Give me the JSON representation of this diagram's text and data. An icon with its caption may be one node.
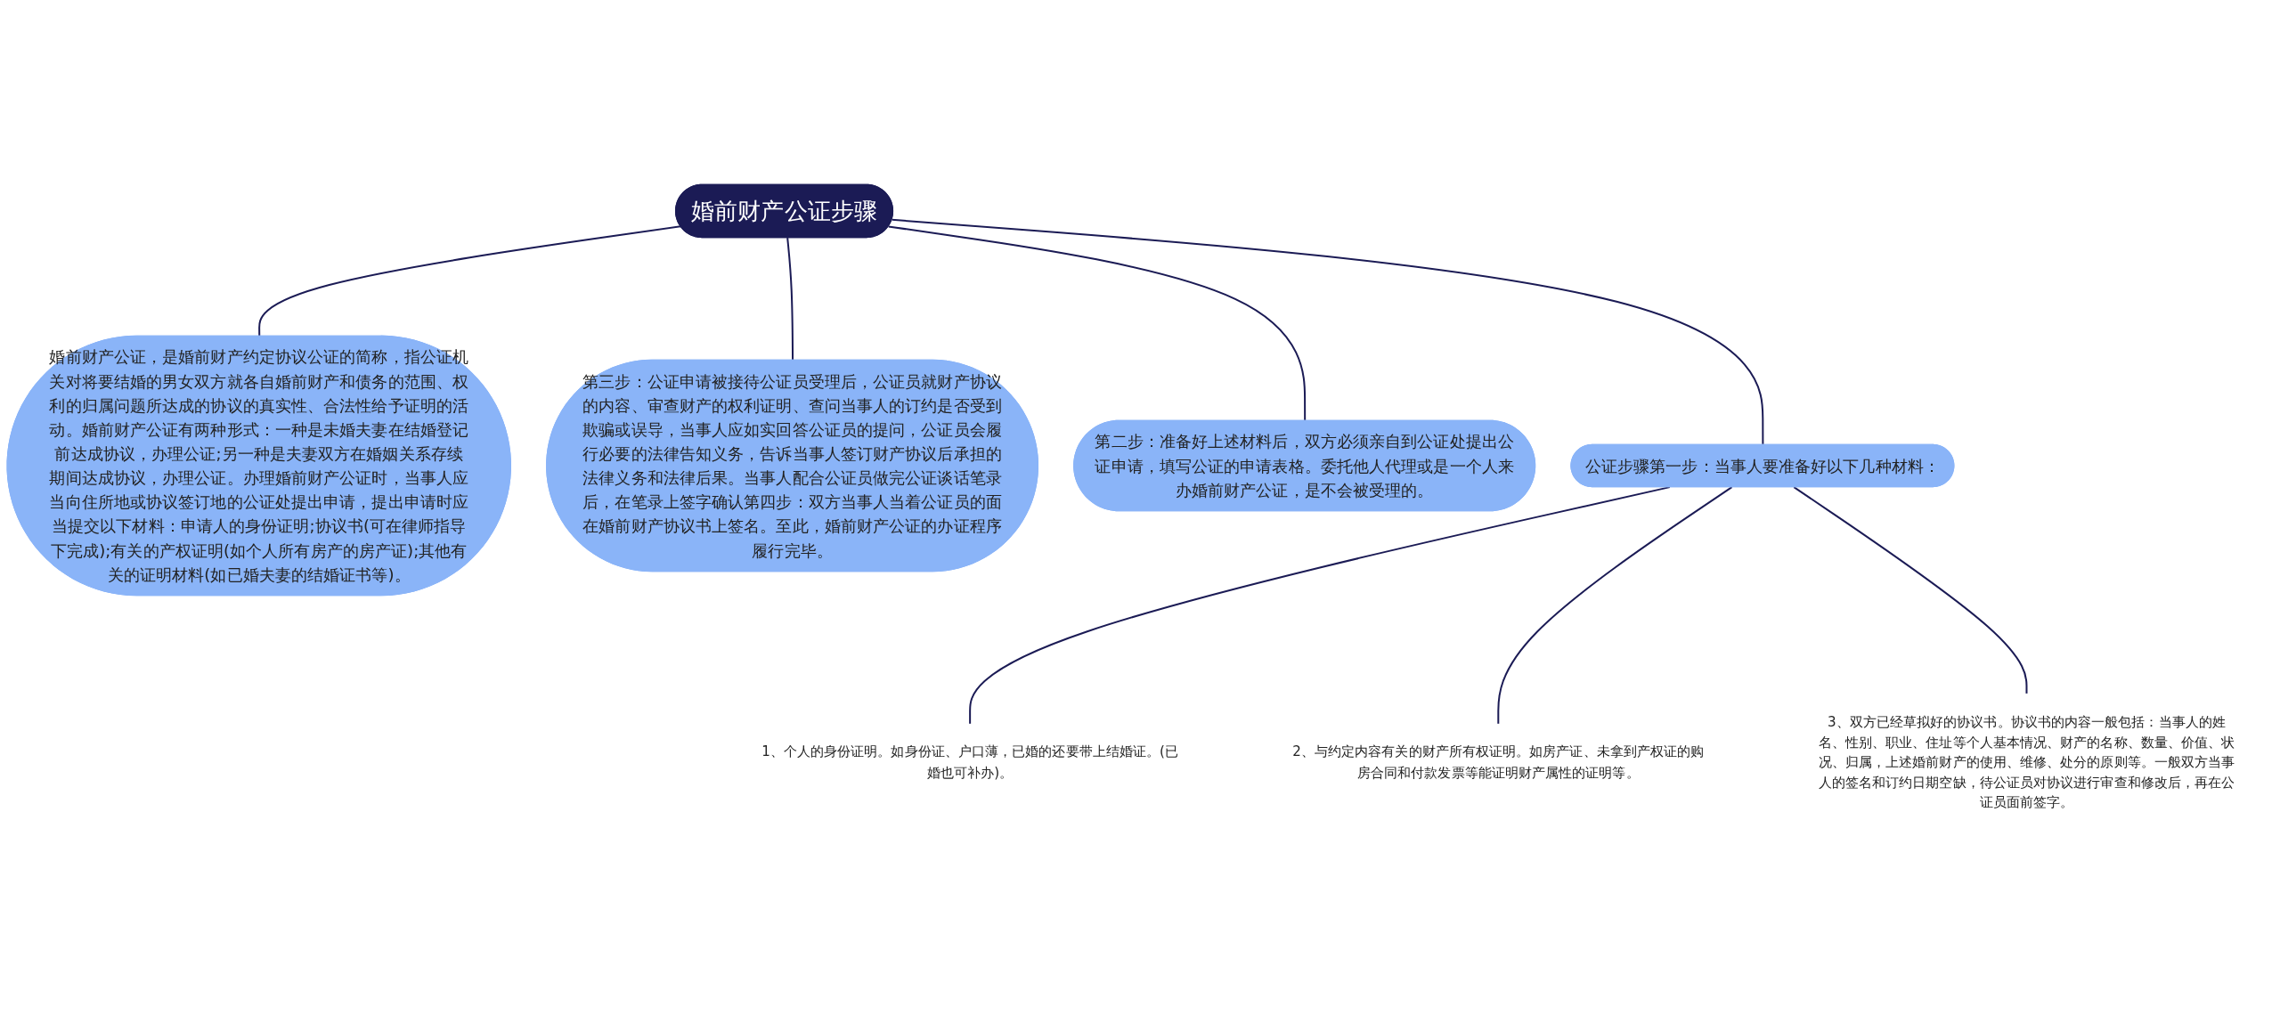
{
  "diagram": {
    "nodes": [
      {
        "text": [
          "婚前财产公证步骤"
        ]
      },
      {
        "text": [
          "公证步骤第一步：当事人要准备好以下几种材料："
        ]
      },
      {
        "text": [
          "1、个人的身份证明。如身份证、户口薄，已婚的还要带上结婚证。(已婚也可补办)。"
        ]
      },
      {
        "text": [
          "2、与约定内容有关的财产所有权证明。如房产证、未拿到产权证的购房合同和付款发票等能证明财产属性的证明等。"
        ]
      },
      {
        "text": [
          "3、双方已经草拟好的协议书。协议书的内容一般包括：当事人的姓名、性别、职业、住址等个人基本情况、财产的名称、数量、价值、状况、归属，上述婚前财产的使用、维修、处分的原则等。一般双方当事人的签名和订约日期空缺，待公证员对协议进行审查和修改后，再在公证员面前签字。"
        ]
      },
      {
        "text": [
          "婚前财产公证，是婚前财产约定协议公证的简称，指公证机关对将要结婚的男女双方就各自婚前财产和债务的范围、权利的归属问题所达成的协议的真实性、合法性给予证明的活动。婚前财产公证有两种形式：一种是未婚夫妻在结婚登记前达成协议，办理公证;另一种是夫妻双方在婚姻关系存续期间达成协议，办理公证。办理婚前财产公证时，当事人应当向住所地或协议签订地的公证处提出申请，提出申请时应当提交以下材料：申请人的身份证明;协议书(可在律师指导下完成);有关的产权证明(如个人所有房产的房产证);其他有关的证明材料(如已婚夫妻的结婚证书等)。"
        ]
      },
      {
        "text": [
          "第三步：公证申请被接待公证员受理后，公证员就财产协议的内容、审查财产的权利证明、查问当事人的订约是否受到欺骗或误导，当事人应如实回答公证员的提问，公证员会履行必要的法律告知义务，告诉当事人签订财产协议后承担的法律义务和法律后果。当事人配合公证员做完公证谈话笔录后，在笔录上签字确认第四步：双方当事人当着公证员的面在婚前财产协议书上签名。至此，婚前财产公证的办证程序履行完毕。"
        ]
      },
      {
        "text": [
          "第二步：准备好上述材料后，双方必须亲自到公证处提出公证申请，填写公证的申请表格。委托他人代理或是一个人来办婚前财产公证，是不会被受理的。"
        ]
      }
    ],
    "edges": [
      {
        "from": 0,
        "to": 1,
        "arrow": "none"
      },
      {
        "from": 1,
        "to": 2,
        "arrow": "none"
      },
      {
        "from": 1,
        "to": 3,
        "arrow": "none"
      },
      {
        "from": 1,
        "to": 4,
        "arrow": "none"
      },
      {
        "from": 0,
        "to": 5,
        "arrow": "none"
      },
      {
        "from": 0,
        "to": 6,
        "arrow": "none"
      },
      {
        "from": 0,
        "to": 7,
        "arrow": "none"
      }
    ]
  }
}
